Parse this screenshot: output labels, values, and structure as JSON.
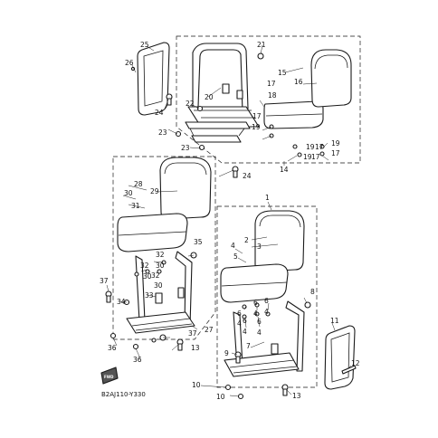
{
  "diagram_code": "B2AJ110-Y330",
  "badge_text": "FWD",
  "callouts": [
    "1",
    "2",
    "3",
    "4",
    "5",
    "6",
    "7",
    "8",
    "9",
    "10",
    "11",
    "12",
    "13",
    "14",
    "15",
    "16",
    "17",
    "18",
    "19",
    "20",
    "21",
    "22",
    "23",
    "24",
    "25",
    "26",
    "27",
    "28",
    "29",
    "30",
    "31",
    "32",
    "33",
    "34",
    "35",
    "36",
    "37"
  ],
  "colors": {
    "line": "#1a1a1a",
    "background": "#ffffff"
  }
}
